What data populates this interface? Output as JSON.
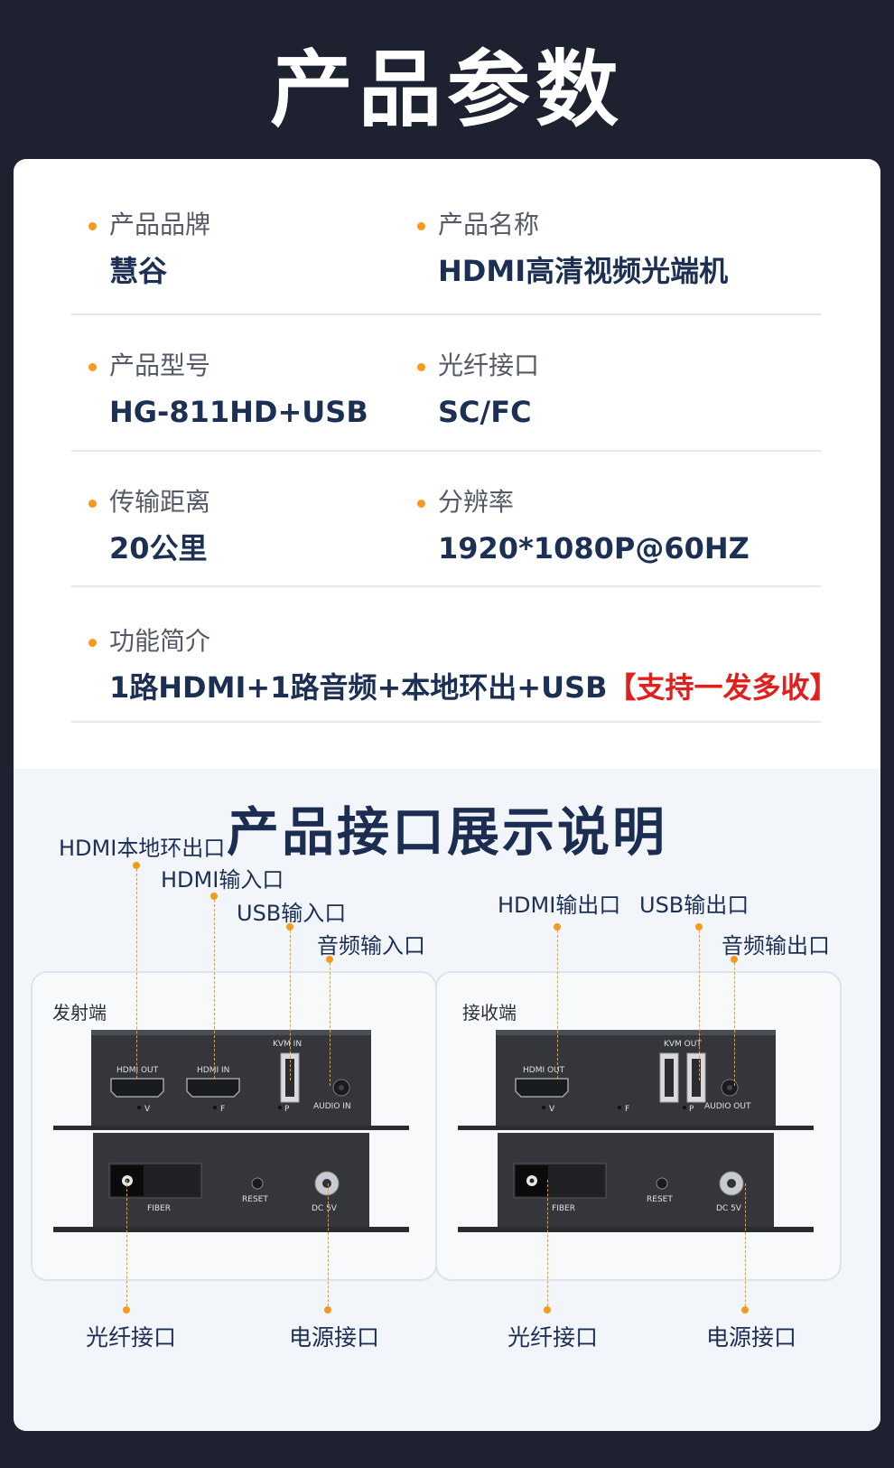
{
  "page_title": "产品参数",
  "specs": [
    {
      "label": "产品品牌",
      "value": "慧谷"
    },
    {
      "label": "产品名称",
      "value": "HDMI高清视频光端机"
    },
    {
      "label": "产品型号",
      "value": "HG-811HD+USB"
    },
    {
      "label": "光纤接口",
      "value": "SC/FC"
    },
    {
      "label": "传输距离",
      "value": "20公里"
    },
    {
      "label": "分辨率",
      "value": "1920*1080P@60HZ"
    },
    {
      "label": "功能简介",
      "value": "1路HDMI+1路音频+本地环出+USB",
      "highlight": "【支持一发多收】"
    }
  ],
  "interface_title": "产品接口展示说明",
  "transmitter": {
    "panel_label": "发射端",
    "callouts": {
      "hdmi_loop": "HDMI本地环出口",
      "hdmi_in": "HDMI输入口",
      "usb_in": "USB输入口",
      "audio_in": "音频输入口",
      "fiber": "光纤接口",
      "power": "电源接口"
    },
    "device_labels": {
      "hdmi_out": "HDMI OUT",
      "hdmi_in": "HDMI IN",
      "kvm": "KVM IN",
      "audio": "AUDIO IN",
      "v": "V",
      "f": "F",
      "p": "P",
      "fiber": "FIBER",
      "reset": "RESET",
      "dc": "DC 5V"
    }
  },
  "receiver": {
    "panel_label": "接收端",
    "callouts": {
      "hdmi_out": "HDMI输出口",
      "usb_out": "USB输出口",
      "audio_out": "音频输出口",
      "fiber": "光纤接口",
      "power": "电源接口"
    },
    "device_labels": {
      "hdmi_out": "HDMI OUT",
      "kvm": "KVM OUT",
      "audio": "AUDIO OUT",
      "v": "V",
      "f": "F",
      "p": "P",
      "fiber": "FIBER",
      "reset": "RESET",
      "dc": "DC 5V"
    }
  },
  "colors": {
    "accent": "#f59a1c",
    "title": "#1c3054",
    "highlight": "#e1201e",
    "background": "#1e2230"
  }
}
